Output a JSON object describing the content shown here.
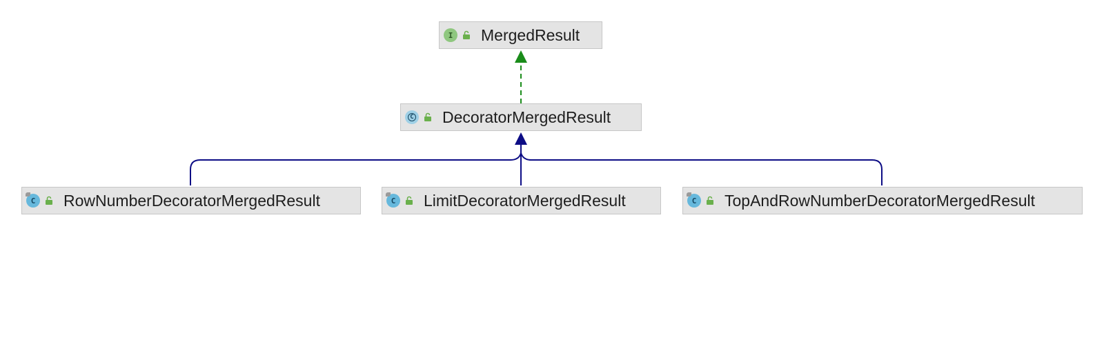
{
  "diagram": {
    "nodes": [
      {
        "id": "merged-result",
        "label": "MergedResult",
        "kind_letter": "I",
        "kind": "interface"
      },
      {
        "id": "decorator-merged-result",
        "label": "DecoratorMergedResult",
        "kind_letter": "C",
        "kind": "abstract-class"
      },
      {
        "id": "row-number-decorator-merged-result",
        "label": "RowNumberDecoratorMergedResult",
        "kind_letter": "C",
        "kind": "class"
      },
      {
        "id": "limit-decorator-merged-result",
        "label": "LimitDecoratorMergedResult",
        "kind_letter": "C",
        "kind": "class"
      },
      {
        "id": "top-and-row-number-decorator-merged-result",
        "label": "TopAndRowNumberDecoratorMergedResult",
        "kind_letter": "C",
        "kind": "class"
      }
    ],
    "edges": [
      {
        "from": "decorator-merged-result",
        "to": "merged-result",
        "type": "implements"
      },
      {
        "from": "row-number-decorator-merged-result",
        "to": "decorator-merged-result",
        "type": "extends"
      },
      {
        "from": "limit-decorator-merged-result",
        "to": "decorator-merged-result",
        "type": "extends"
      },
      {
        "from": "top-and-row-number-decorator-merged-result",
        "to": "decorator-merged-result",
        "type": "extends"
      }
    ]
  },
  "colors": {
    "implements_edge": "#1a8c1a",
    "extends_edge": "#0c0c85",
    "node_fill": "#e4e4e4",
    "interface_icon": "#8fc77f",
    "class_icon": "#66b8dc",
    "public_icon": "#6ab04c"
  },
  "icons": {
    "interface": "interface-icon",
    "class": "class-icon",
    "visibility": "public-visibility-icon"
  }
}
